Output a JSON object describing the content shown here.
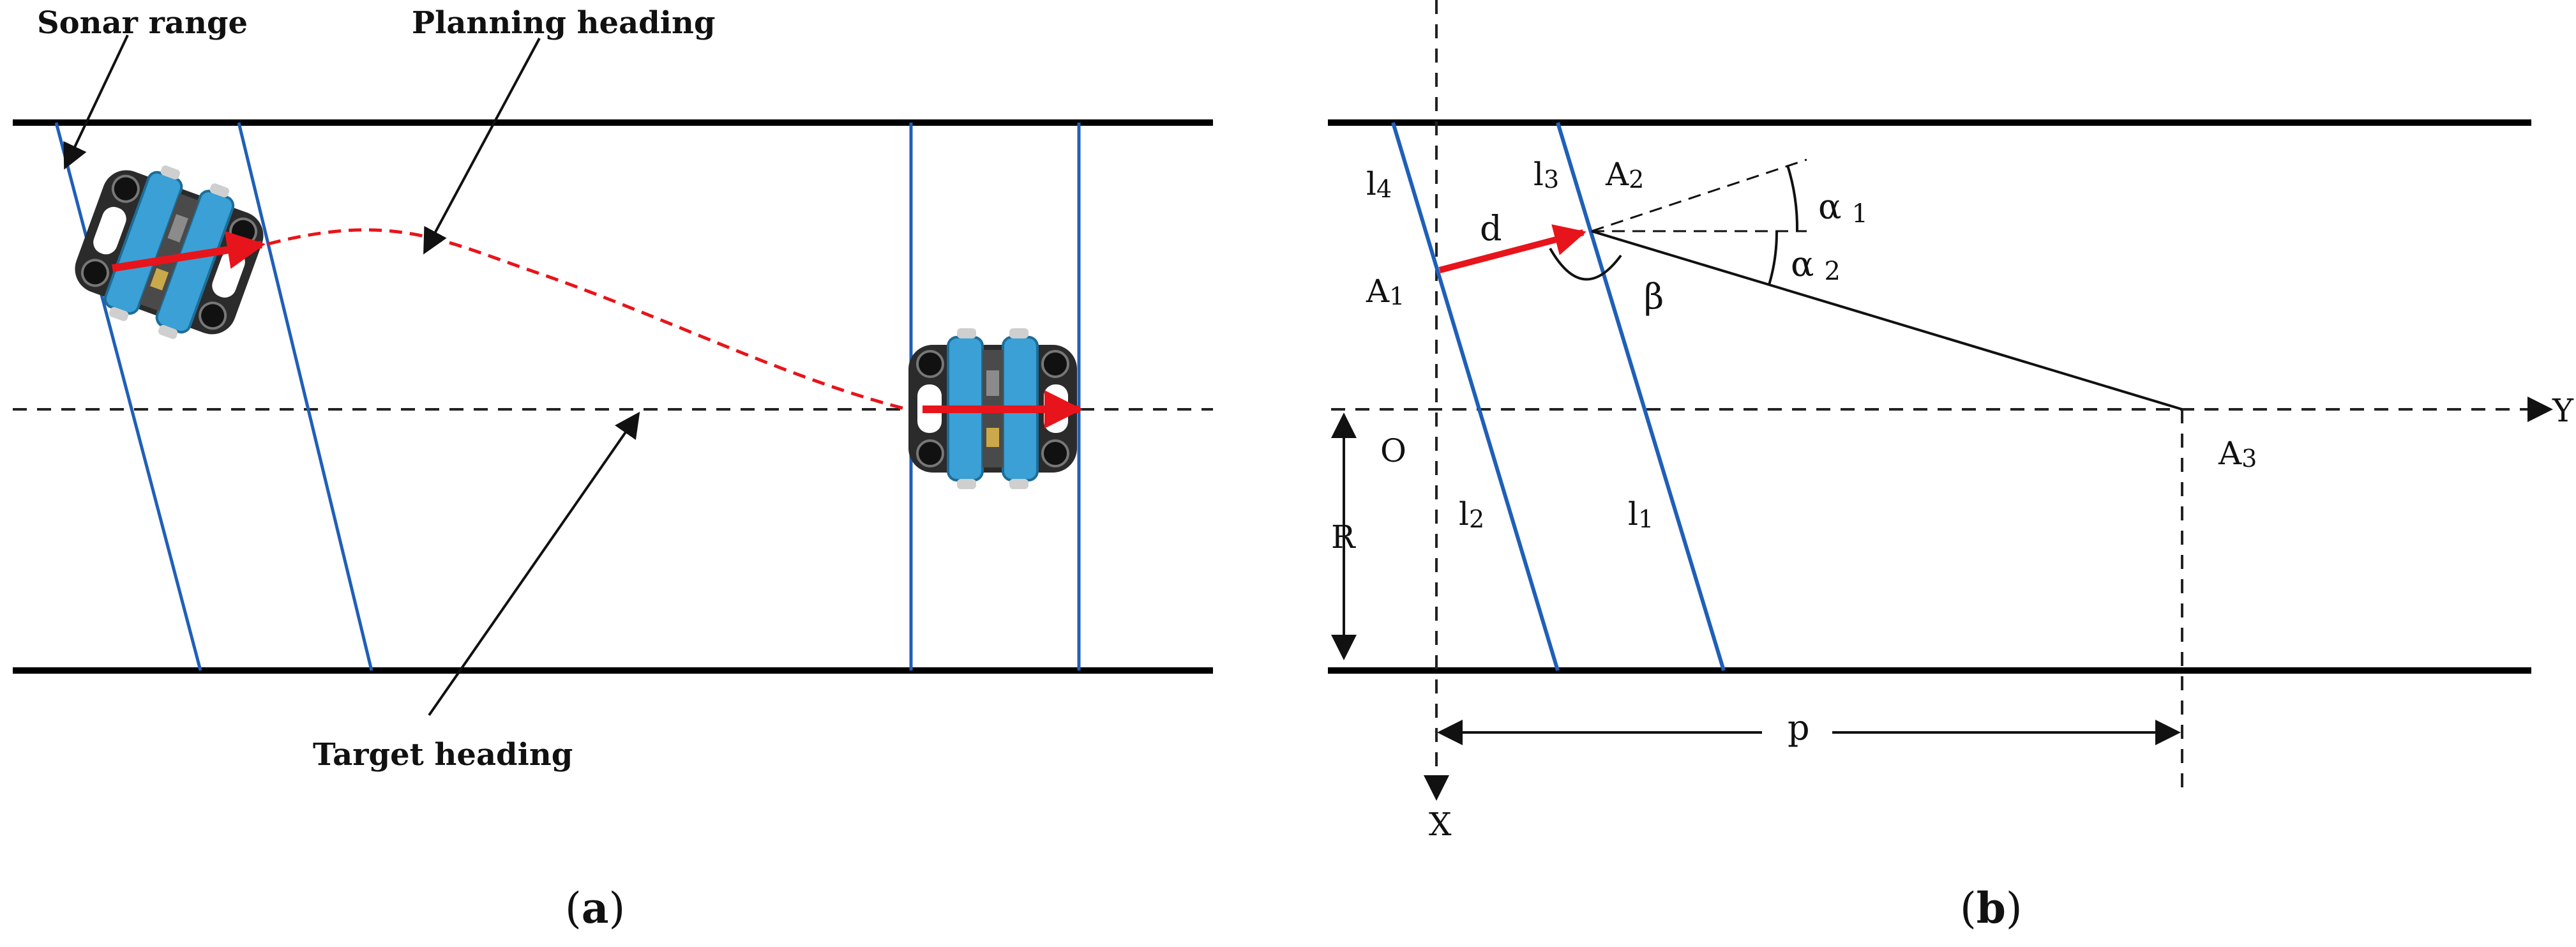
{
  "panel_a": {
    "labels": {
      "sonar_range": "Sonar range",
      "planning_heading": "Planning heading",
      "target_heading": "Target heading"
    },
    "caption": {
      "open": "(",
      "letter": "a",
      "close": ")"
    }
  },
  "panel_b": {
    "points": {
      "A1": {
        "base": "A",
        "sub": "1"
      },
      "A2": {
        "base": "A",
        "sub": "2"
      },
      "A3": {
        "base": "A",
        "sub": "3"
      },
      "O": "O"
    },
    "lines": {
      "l1": {
        "base": "l",
        "sub": "1"
      },
      "l2": {
        "base": "l",
        "sub": "2"
      },
      "l3": {
        "base": "l",
        "sub": "3"
      },
      "l4": {
        "base": "l",
        "sub": "4"
      }
    },
    "quantities": {
      "d": "d",
      "beta": "β",
      "alpha1": {
        "base": "α",
        "sub": "1"
      },
      "alpha2": {
        "base": "α",
        "sub": "2"
      },
      "R": "R",
      "p": "p"
    },
    "axes": {
      "x": "X",
      "y": "Y"
    },
    "caption": {
      "open": "(",
      "letter": "b",
      "close": ")"
    }
  },
  "colors": {
    "wall": "#000000",
    "sonar_beam": "#1f5fb8",
    "heading_arrow": "#e8141b",
    "planned_path": "#e8141b",
    "vehicle_hull": "#2f2f2f",
    "vehicle_float": "#3aa0d6"
  }
}
